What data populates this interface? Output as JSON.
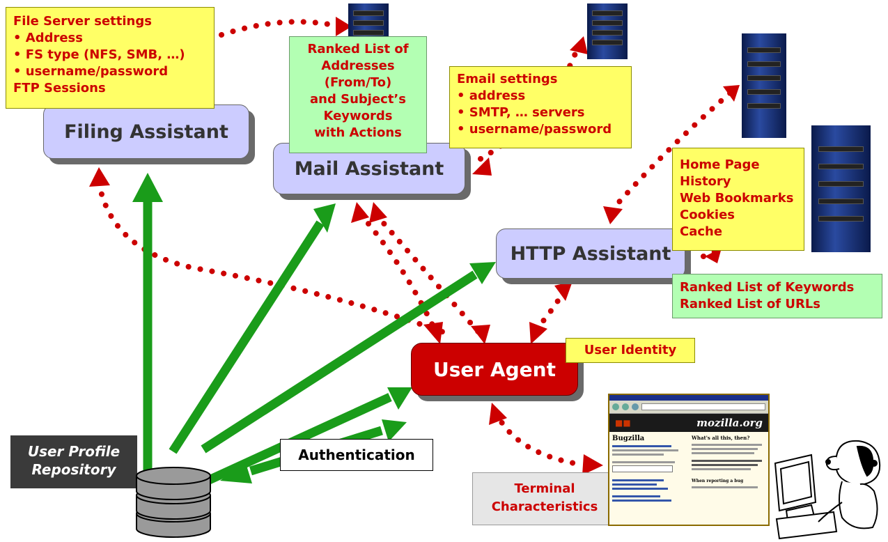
{
  "file_server_note": {
    "lines": [
      "File Server settings",
      "• Address",
      "• FS type (NFS, SMB, …)",
      "• username/password",
      "FTP Sessions"
    ]
  },
  "ranked_addresses_note": {
    "lines": [
      "Ranked List of",
      "Addresses",
      "(From/To)",
      "and Subject’s",
      "Keywords",
      "with Actions"
    ]
  },
  "email_note": {
    "lines": [
      "Email settings",
      "• address",
      "• SMTP, … servers",
      "• username/password"
    ]
  },
  "http_note": {
    "lines": [
      "Home Page",
      "History",
      "Web Bookmarks",
      "Cookies",
      "Cache"
    ]
  },
  "keywords_note": {
    "lines": [
      "Ranked List of Keywords",
      "Ranked List of URLs"
    ]
  },
  "filing_assistant": "Filing Assistant",
  "mail_assistant": "Mail Assistant",
  "http_assistant": "HTTP Assistant",
  "user_agent": "User Agent",
  "user_identity": "User Identity",
  "repository_label": {
    "lines": [
      "User Profile",
      "Repository"
    ]
  },
  "authentication": "Authentication",
  "terminal_note": {
    "lines": [
      "Terminal",
      "Characteristics"
    ]
  },
  "browser": {
    "brand": "mozilla.org",
    "heading": "Bugzilla",
    "side_heading": "What's all this, then?",
    "section": "When reporting a bug"
  },
  "colors": {
    "dotted_arrow": "#cc0000",
    "solid_arrow": "#1a9c1a",
    "assistant_fill": "#ccccff",
    "agent_fill": "#cc0000",
    "note_yellow": "#ffff66",
    "note_green": "#b3ffb3"
  }
}
